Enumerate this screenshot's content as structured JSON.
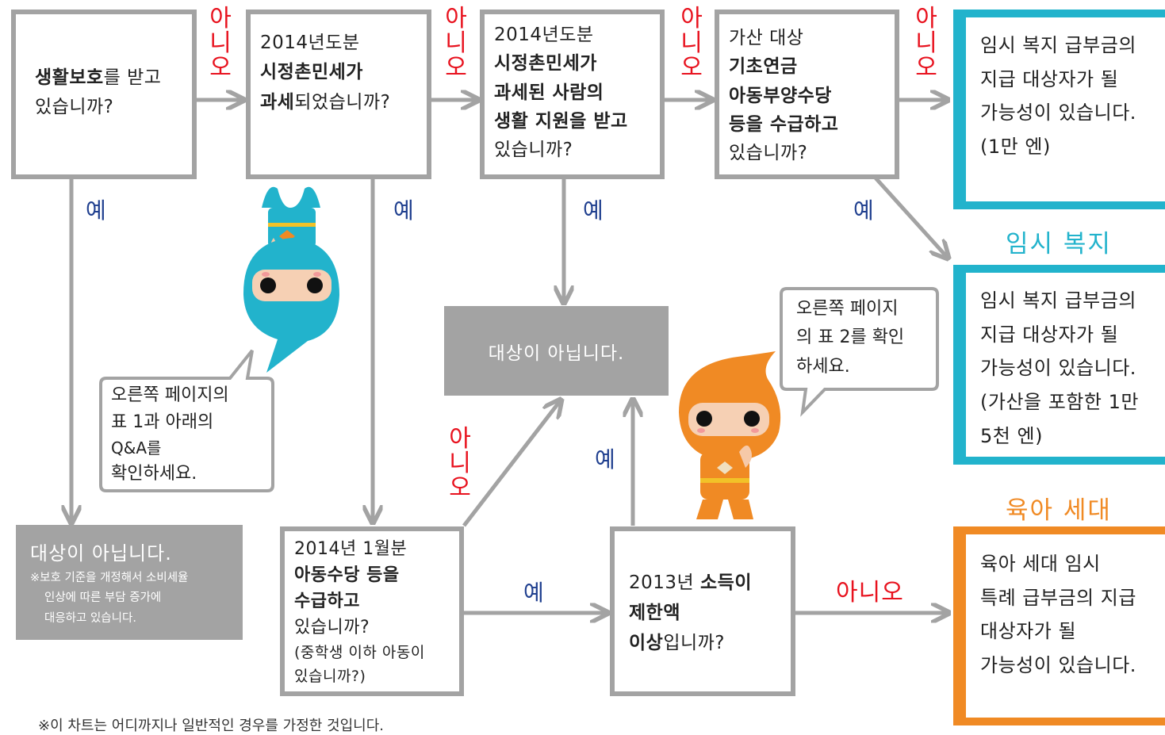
{
  "colors": {
    "arrow": "#a3a3a3",
    "teal": "#22b3cc",
    "orange": "#f08a24",
    "yes": "#1f3f8f",
    "no": "#e8121e"
  },
  "q1": {
    "bold": "생활보호",
    "text1": "를 받고",
    "text2": "있습니까?"
  },
  "q2": {
    "line1": "2014년도분",
    "bold1": "시정촌민세가",
    "bold2": "과세",
    "text": "되었습니까?"
  },
  "q3": {
    "line1": "2014년도분",
    "bold1": "시정촌민세가",
    "bold2": "과세된 사람의",
    "bold3": "생활 지원을 받고",
    "text": "있습니까?"
  },
  "q4": {
    "line1": "가산 대상",
    "bold1": "기초연금",
    "bold2": "아동부양수당",
    "bold3": "등을 수급하고",
    "text": "있습니까?"
  },
  "q5": {
    "line1": "2014년 1월분",
    "bold1": "아동수당 등을",
    "bold2": "수급하고",
    "text": "있습니까?",
    "sub1": "(중학생 이하 아동이",
    "sub2": "있습니까?)"
  },
  "q6": {
    "line1a": "2013년 ",
    "line1b": "소득이",
    "bold2": "제한액",
    "bold3": "이상",
    "text": "입니까?"
  },
  "not_target": "대상이 아닙니다.",
  "not_target_left": {
    "title": "대상이 아닙니다.",
    "note1": "※보호 기준을 개정해서 소비세율",
    "note2": "인상에 따른 부담 증가에",
    "note3": "대응하고 있습니다."
  },
  "result1": {
    "bold1": "임시 복지 급부금의",
    "bold2": "지급 대상자가 될",
    "text": "가능성이 있습니다.",
    "amount_open": "(",
    "amount": "1만 엔",
    "amount_close": ")"
  },
  "section_welfare": "임시 복지",
  "result2": {
    "bold1": "임시 복지 급부금의",
    "bold2": "지급 대상자가 될",
    "text": "가능성이 있습니다.",
    "line4a": "(가산을 포함한 ",
    "line4b": "1만",
    "line5a": "5천 엔",
    "line5b": ")"
  },
  "section_child": "육아 세대",
  "result3": {
    "bold1": "육아 세대 임시",
    "bold2": "특례 급부금의 지급",
    "bold3": "대상자가 될",
    "text": "가능성이 있습니다."
  },
  "labels": {
    "yes": "예",
    "no": "아니오",
    "no_chars": [
      "아",
      "니",
      "오"
    ]
  },
  "bubble_left": {
    "line1": "오른쪽 페이지의",
    "line2": "표 1과 아래의",
    "line3": "Q&A를",
    "line4": "확인하세요."
  },
  "bubble_right": {
    "line1": "오른쪽 페이지",
    "line2": "의 표 2를 확인",
    "line3": "하세요."
  },
  "footnote": "※이 차트는 어디까지나 일반적인 경우를 가정한 것입니다."
}
